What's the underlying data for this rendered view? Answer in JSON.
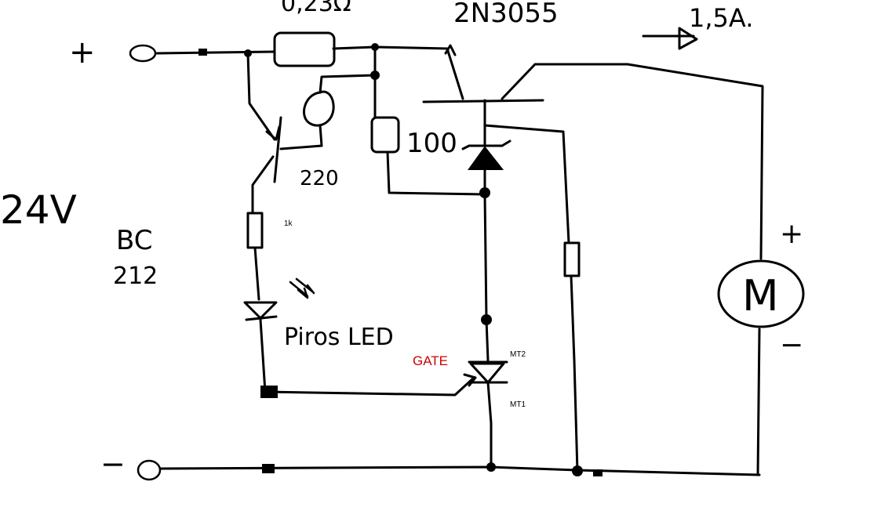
{
  "labels": {
    "plus_terminal": "+",
    "minus_terminal": "−",
    "supply_voltage": "24V",
    "shunt_resistor": "0,23Ω",
    "power_transistor": "2N3055",
    "current": "1,5A.",
    "pot": "220",
    "zener_resistor": "100",
    "bc_transistor": "BC\n212",
    "resistor_1k": "1k",
    "red_led": "Piros LED",
    "gate": "GATE",
    "mt2": "MT2",
    "mt1": "MT1",
    "motor": "M",
    "motor_plus": "+",
    "motor_minus": "−"
  },
  "colors": {
    "ink": "#000000",
    "gate_label": "#cc0000"
  }
}
